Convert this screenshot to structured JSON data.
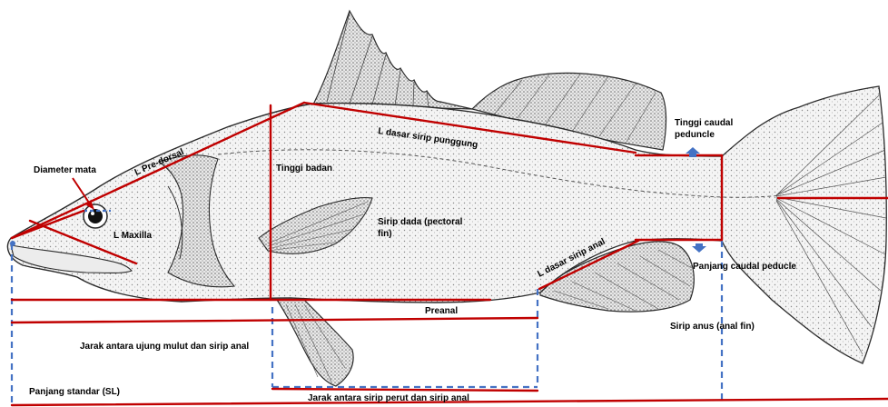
{
  "labels": {
    "pre_dorsal": "L Pre-dorsal",
    "dorsal_base": "L dasar sirip punggung",
    "caudal_peduncle_height_1": "Tinggi caudal",
    "caudal_peduncle_height_2": "peduncle",
    "eye_diameter": "Diameter mata",
    "body_depth": "Tinggi badan",
    "maxilla": "L Maxilla",
    "pectoral_fin_1": "Sirip dada (pectoral",
    "pectoral_fin_2": "fin)",
    "anal_fin_base": "L dasar sirip anal",
    "caudal_peduncle_length": "Panjang caudal peducle",
    "preanal": "Preanal",
    "anal_fin": "Sirip anus (anal fin)",
    "snout_to_anal": "Jarak antara ujung mulut dan sirip anal",
    "standard_length": "Panjang standar (SL)",
    "pelvic_to_anal": "Jarak antara sirip perut dan sirip anal"
  },
  "colors": {
    "measure_line": "#c00000",
    "guide_line": "#4472c4",
    "arrow": "#4472c4",
    "fish_outline": "#2b2b2b",
    "fish_fill": "#f2f2f2"
  }
}
